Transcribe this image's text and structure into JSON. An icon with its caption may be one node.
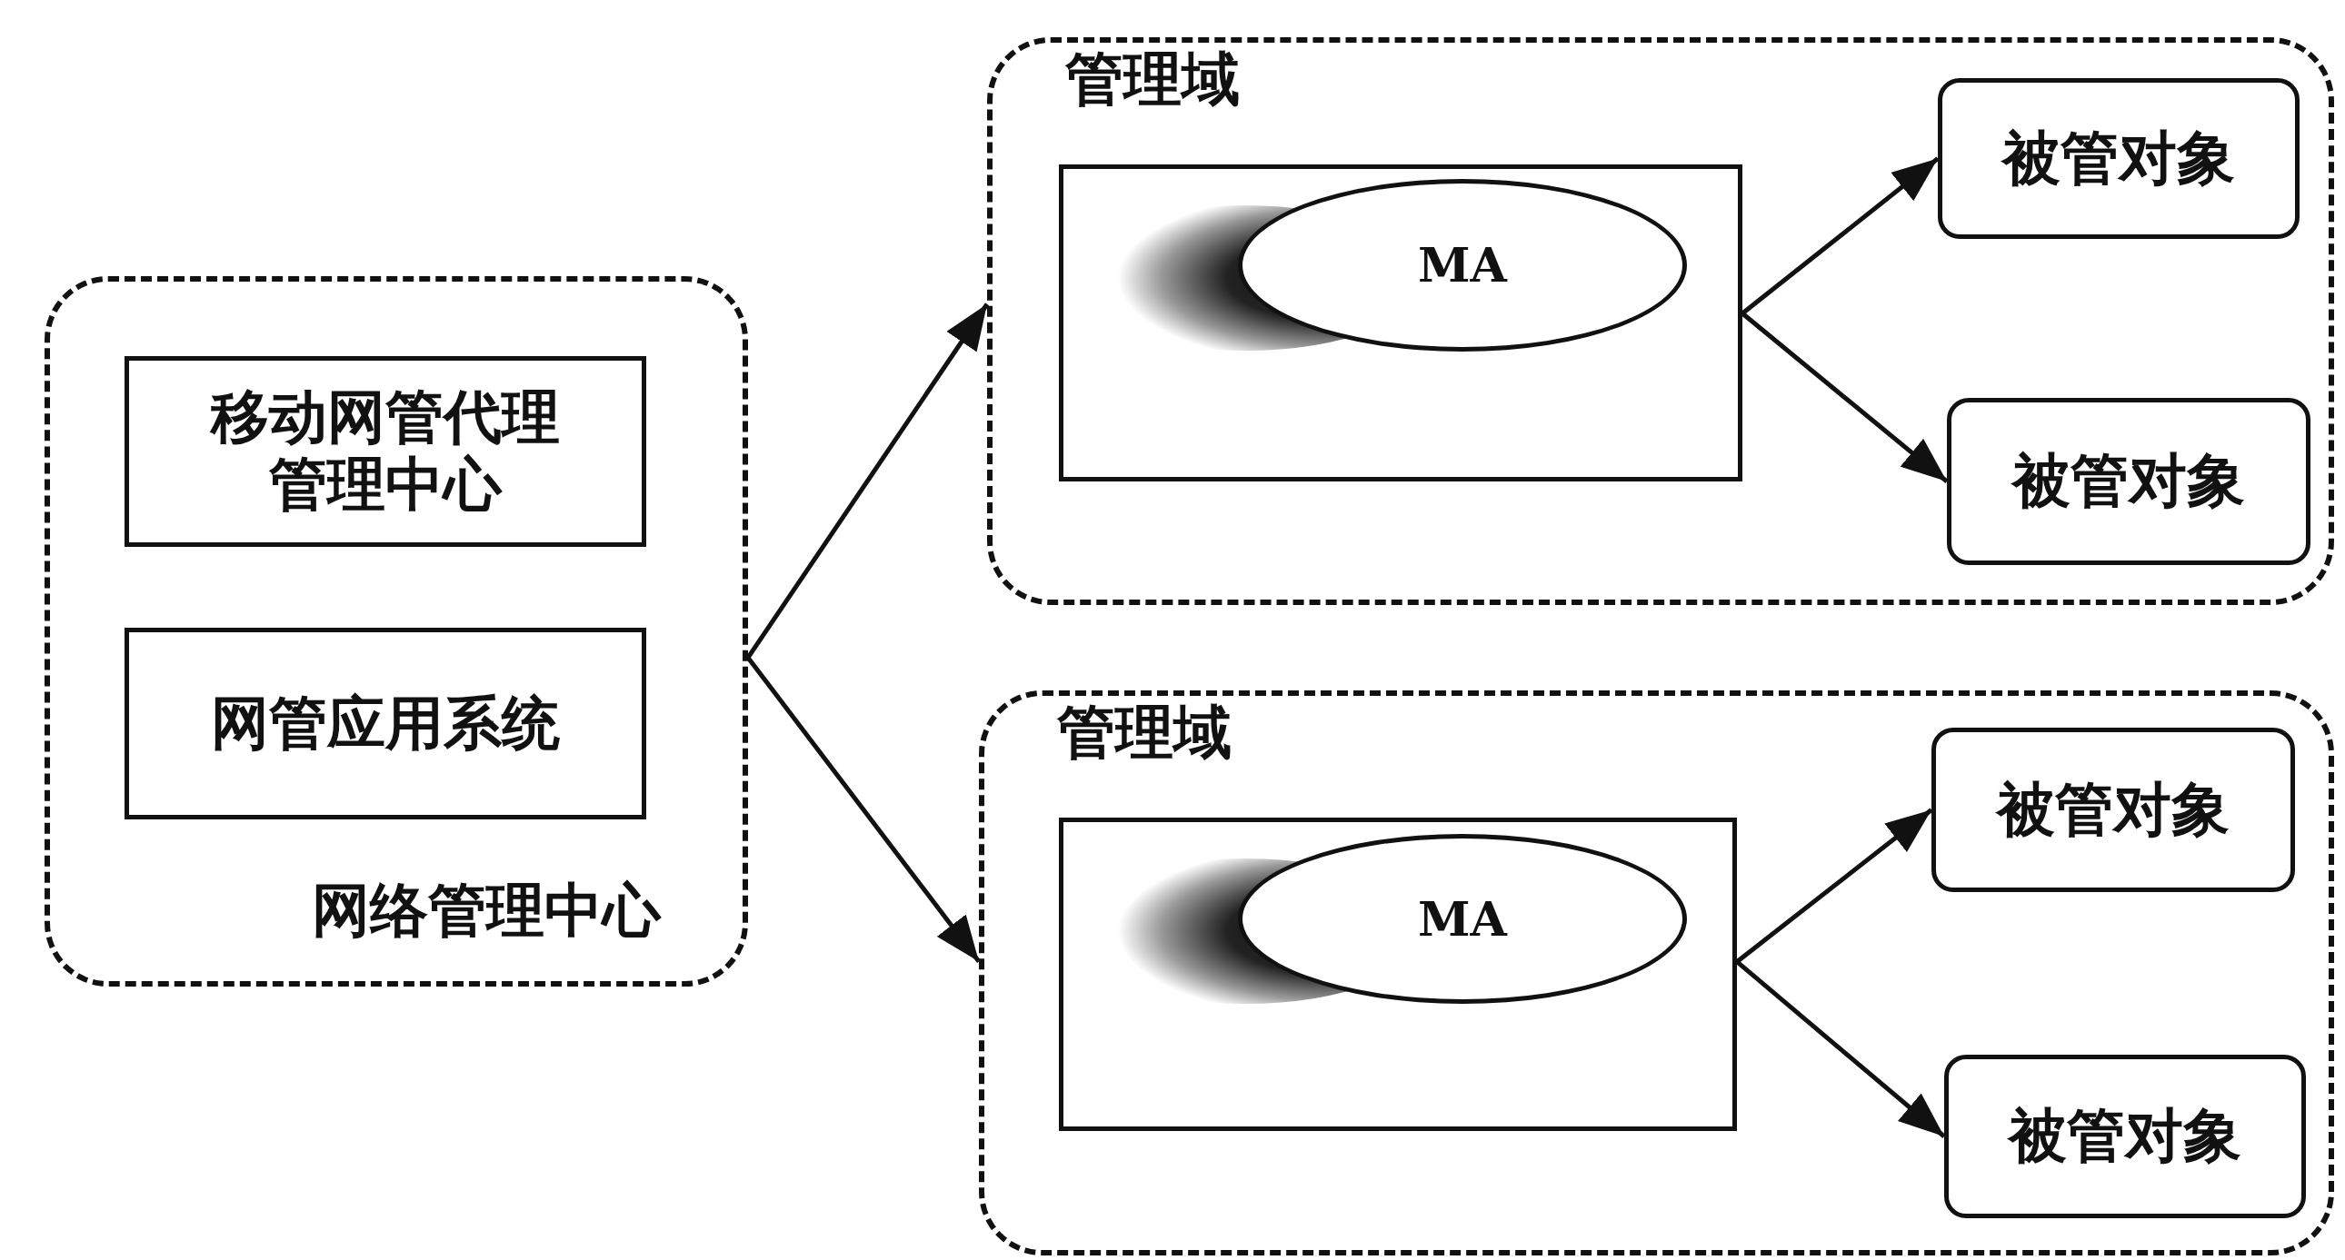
{
  "diagram": {
    "nodes": [
      {
        "text": [
          "网络管理中心"
        ]
      },
      {
        "text": [
          "移动网管代理管理中心"
        ],
        "in": 0
      },
      {
        "text": [
          "网管应用系统"
        ],
        "in": 0
      },
      {
        "text": [
          "管理域"
        ]
      },
      {
        "text": [],
        "shape": "box",
        "in": 3
      },
      {
        "text": [
          "MA"
        ],
        "in": 4
      },
      {
        "text": [
          "被管对象"
        ],
        "in": 3
      },
      {
        "text": [
          "被管对象"
        ],
        "in": 3
      },
      {
        "text": [
          "管理域"
        ]
      },
      {
        "text": [],
        "shape": "box",
        "in": 8
      },
      {
        "text": [
          "MA"
        ],
        "in": 9
      },
      {
        "text": [
          "被管对象"
        ],
        "in": 8
      },
      {
        "text": [
          "被管对象"
        ],
        "in": 8
      }
    ],
    "edges": [
      {
        "from": 0,
        "to": 3,
        "arrow": "to"
      },
      {
        "from": 0,
        "to": 8,
        "arrow": "to"
      },
      {
        "from": 4,
        "to": 6,
        "arrow": "to"
      },
      {
        "from": 4,
        "to": 7,
        "arrow": "to"
      },
      {
        "from": 9,
        "to": 11,
        "arrow": "to"
      },
      {
        "from": 9,
        "to": 12,
        "arrow": "to"
      }
    ]
  }
}
